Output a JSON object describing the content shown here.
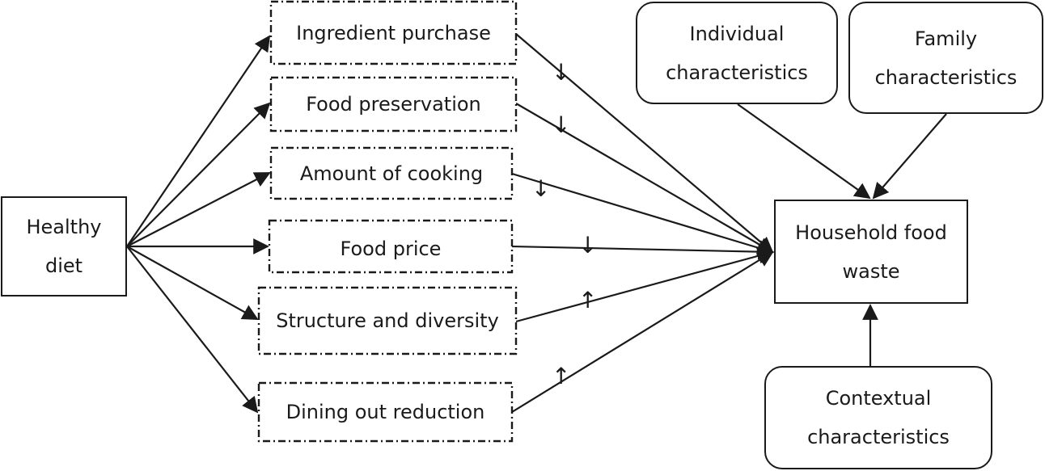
{
  "source": {
    "line1": "Healthy",
    "line2": "diet"
  },
  "mediators": [
    {
      "label": "Ingredient purchase",
      "effect": "↓"
    },
    {
      "label": "Food preservation",
      "effect": "↓"
    },
    {
      "label": "Amount of cooking",
      "effect": "↓"
    },
    {
      "label": "Food price",
      "effect": "↓"
    },
    {
      "label": "Structure and diversity",
      "effect": "↑"
    },
    {
      "label": "Dining out reduction",
      "effect": "↑"
    }
  ],
  "outcome": {
    "line1": "Household food",
    "line2": "waste"
  },
  "factors": {
    "individual": {
      "line1": "Individual",
      "line2": "characteristics"
    },
    "family": {
      "line1": "Family",
      "line2": "characteristics"
    },
    "contextual": {
      "line1": "Contextual",
      "line2": "characteristics"
    }
  },
  "colors": {
    "line": "#1a1a1a",
    "background": "#ffffff"
  }
}
